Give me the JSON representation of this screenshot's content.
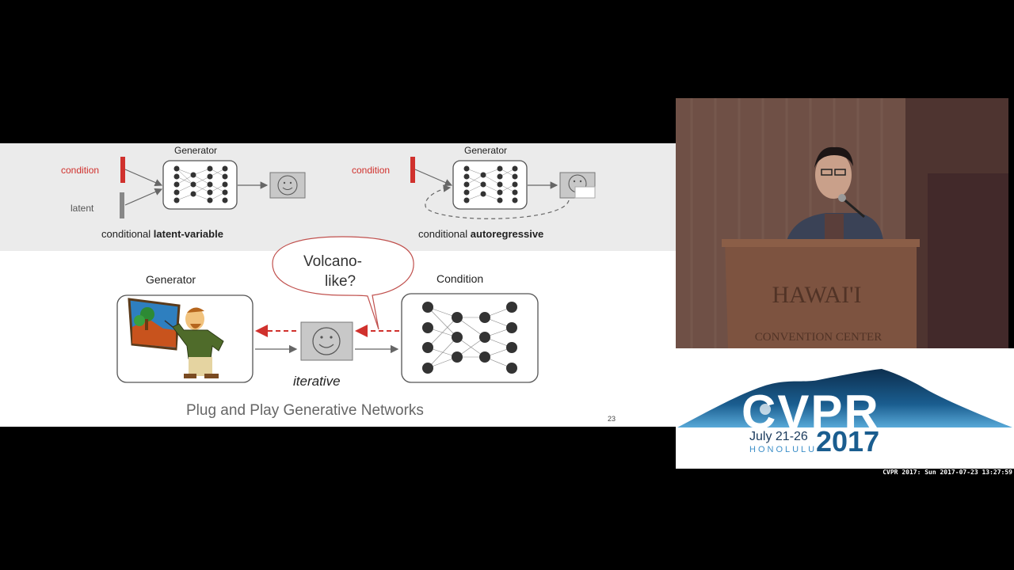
{
  "slide": {
    "top_left": {
      "generator_label": "Generator",
      "condition_label": "condition",
      "latent_label": "latent",
      "caption_prefix": "conditional ",
      "caption_bold": "latent-variable"
    },
    "top_right": {
      "generator_label": "Generator",
      "condition_label": "condition",
      "caption_prefix": "conditional ",
      "caption_bold": "autoregressive"
    },
    "bottom": {
      "generator_label": "Generator",
      "condition_label": "Condition",
      "bubble_line1": "Volcano-",
      "bubble_line2": "like?",
      "iterative_label": "iterative"
    },
    "title": "Plug and Play Generative Networks",
    "page_number": "23"
  },
  "speaker_panel": {
    "podium_line1": "HAWAI'I",
    "podium_line2": "CONVENTION CENTER"
  },
  "conference_logo": {
    "name": "CVPR",
    "dates": "July 21-26",
    "city": "HONOLULU",
    "year": "2017"
  },
  "timestamp": "CVPR 2017: Sun 2017-07-23 13:27:59",
  "colors": {
    "accent_red": "#d0312d",
    "logo_blue": "#1a5d8f"
  }
}
